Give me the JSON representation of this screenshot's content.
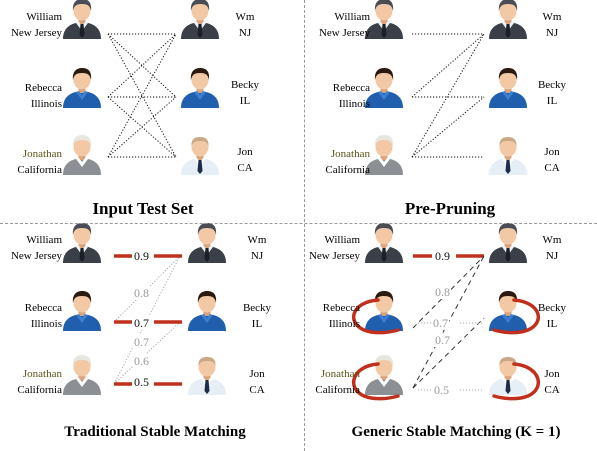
{
  "panels": {
    "input": {
      "title": "Input Test Set",
      "left": [
        {
          "lines": [
            "William",
            "New Jersey"
          ]
        },
        {
          "lines": [
            "Rebecca",
            "Illinois"
          ]
        },
        {
          "lines": [
            "Jonathan",
            "California"
          ]
        }
      ],
      "right": [
        {
          "lines": [
            "Wm",
            "NJ"
          ]
        },
        {
          "lines": [
            "Becky",
            "IL"
          ]
        },
        {
          "lines": [
            "Jon",
            "CA"
          ]
        }
      ]
    },
    "prepruning": {
      "title": "Pre-Pruning",
      "left": [
        {
          "lines": [
            "William",
            "New Jersey"
          ]
        },
        {
          "lines": [
            "Rebecca",
            "Illinois"
          ]
        },
        {
          "lines": [
            "Jonathan",
            "California"
          ]
        }
      ],
      "right": [
        {
          "lines": [
            "Wm",
            "NJ"
          ]
        },
        {
          "lines": [
            "Becky",
            "IL"
          ]
        },
        {
          "lines": [
            "Jon",
            "CA"
          ]
        }
      ]
    },
    "traditional": {
      "title": "Traditional Stable Matching",
      "left": [
        {
          "lines": [
            "William",
            "New Jersey"
          ]
        },
        {
          "lines": [
            "Rebecca",
            "Illinois"
          ]
        },
        {
          "lines": [
            "Jonathan",
            "California"
          ]
        }
      ],
      "right": [
        {
          "lines": [
            "Wm",
            "NJ"
          ]
        },
        {
          "lines": [
            "Becky",
            "IL"
          ]
        },
        {
          "lines": [
            "Jon",
            "CA"
          ]
        }
      ],
      "scores": [
        "0.9",
        "0.8",
        "0.7",
        "0.7",
        "0.6",
        "0.5"
      ]
    },
    "generic": {
      "title": "Generic Stable Matching (K = 1)",
      "left": [
        {
          "lines": [
            "William",
            "New Jersey"
          ]
        },
        {
          "lines": [
            "Rebecca",
            "Illinois"
          ]
        },
        {
          "lines": [
            "Jonathan",
            "California"
          ]
        }
      ],
      "right": [
        {
          "lines": [
            "Wm",
            "NJ"
          ]
        },
        {
          "lines": [
            "Becky",
            "IL"
          ]
        },
        {
          "lines": [
            "Jon",
            "CA"
          ]
        }
      ],
      "scores": [
        "0.9",
        "0.8",
        "0.7",
        "0.7",
        "0.5"
      ]
    }
  },
  "colors": {
    "match_line": "#c0301c",
    "grey_text": "#9a9a9a",
    "jonathan_text": "#5a5418"
  }
}
